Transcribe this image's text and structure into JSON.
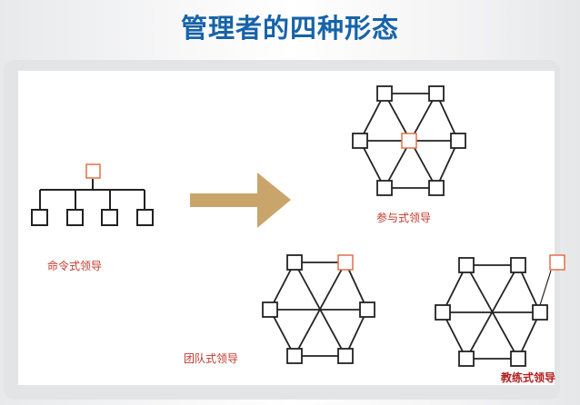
{
  "title": "管理者的四种形态",
  "diagrams": [
    {
      "id": "command",
      "label": "命令式领导"
    },
    {
      "id": "participative",
      "label": "参与式领导"
    },
    {
      "id": "team",
      "label": "团队式领导"
    },
    {
      "id": "coaching",
      "label": "教练式领导"
    }
  ],
  "colors": {
    "title": "#1763a8",
    "leader_node": "#e0704a",
    "member_node": "#222222",
    "arrow": "#c9a56b",
    "label": "#c0392b"
  }
}
